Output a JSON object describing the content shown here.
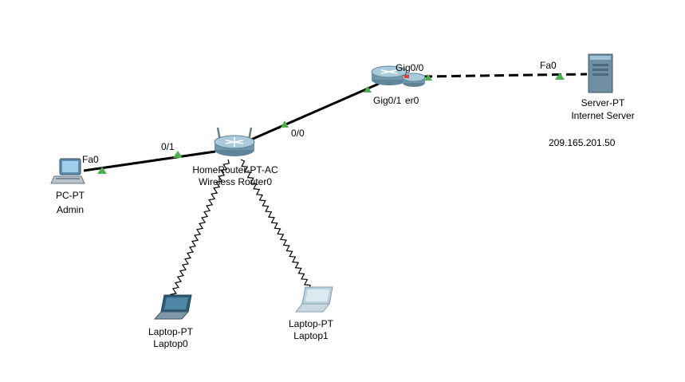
{
  "devices": {
    "pc": {
      "model": "PC-PT",
      "name": "Admin",
      "icon": "desktop-pc-icon"
    },
    "home_router": {
      "model": "HomeRouter-PT-AC",
      "name": "Wireless Router0",
      "icon": "wireless-router-icon"
    },
    "isp_router": {
      "name_fragment": "er0",
      "icon": "router-icon"
    },
    "server": {
      "model": "Server-PT",
      "name": "Internet Server",
      "ip": "209.165.201.50",
      "icon": "server-icon"
    },
    "laptop0": {
      "model": "Laptop-PT",
      "name": "Laptop0",
      "icon": "laptop-icon"
    },
    "laptop1": {
      "model": "Laptop-PT",
      "name": "Laptop1",
      "icon": "laptop-icon"
    }
  },
  "ports": {
    "pc_fa0": "Fa0",
    "home_router_lan": "0/1",
    "home_router_wan": "0/0",
    "isp_router_gig00": "Gig0/0",
    "isp_router_gig01": "Gig0/1",
    "server_fa0": "Fa0"
  },
  "link_colors": {
    "cable": "#000000",
    "link_up": "#4caf50",
    "link_down": "#e53935",
    "wireless": "#000000"
  }
}
